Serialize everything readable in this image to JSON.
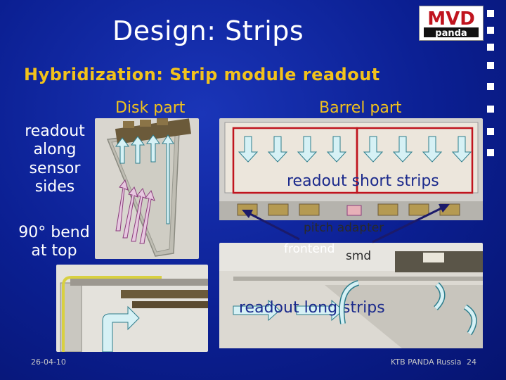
{
  "slide": {
    "title": "Design: Strips",
    "subtitle": "Hybridization: Strip module readout",
    "disk_header": "Disk part",
    "barrel_header": "Barrel part",
    "left_label_1": "readout along sensor sides",
    "left_label_2": "90° bend at top",
    "label_readout_short": "readout short strips",
    "label_pitch_adapter": "pitch adapter",
    "label_frontend": "frontend",
    "label_smd": "smd",
    "label_readout_long": "readout long strips",
    "footer_date": "26-04-10",
    "footer_org": "KTB PANDA Russia",
    "footer_page": "24",
    "logo_top": "MVD",
    "logo_bottom": "panda"
  },
  "colors": {
    "background": "#0b1f92",
    "accent": "#f2c21b",
    "arrow_fill": "#d6f1f5",
    "arrow_stroke": "#2d7d8c",
    "red_frame": "#c0141e"
  }
}
